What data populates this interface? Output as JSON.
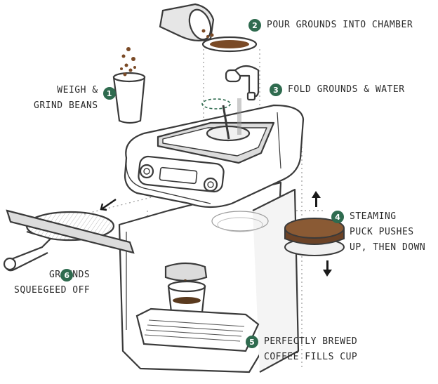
{
  "colors": {
    "badge": "#2f6b4f",
    "ink": "#2a2a2a",
    "sketch": "#3a3a3a",
    "puck": "#6b4226",
    "coffee": "#5a3a1e",
    "grounds": "#7a4a26",
    "steam_arrow": "#2f6b4f"
  },
  "steps": [
    {
      "number": "1",
      "lines": [
        "WEIGH &",
        "GRIND BEANS"
      ]
    },
    {
      "number": "2",
      "lines": [
        "POUR GROUNDS INTO CHAMBER"
      ]
    },
    {
      "number": "3",
      "lines": [
        "FOLD GROUNDS & WATER"
      ]
    },
    {
      "number": "4",
      "lines": [
        "STEAMING",
        "PUCK PUSHES",
        "UP, THEN DOWN"
      ]
    },
    {
      "number": "5",
      "lines": [
        "PERFECTLY BREWED",
        "COFFEE FILLS CUP"
      ]
    },
    {
      "number": "6",
      "lines": [
        "GROUNDS",
        "SQUEEGEED OFF"
      ]
    }
  ],
  "icons": {
    "up_arrow": "arrow-up-icon",
    "down_arrow": "arrow-down-icon",
    "squeegee_arrow": "arrow-left-down-icon",
    "stir_arrow": "rotate-arrow-icon"
  }
}
